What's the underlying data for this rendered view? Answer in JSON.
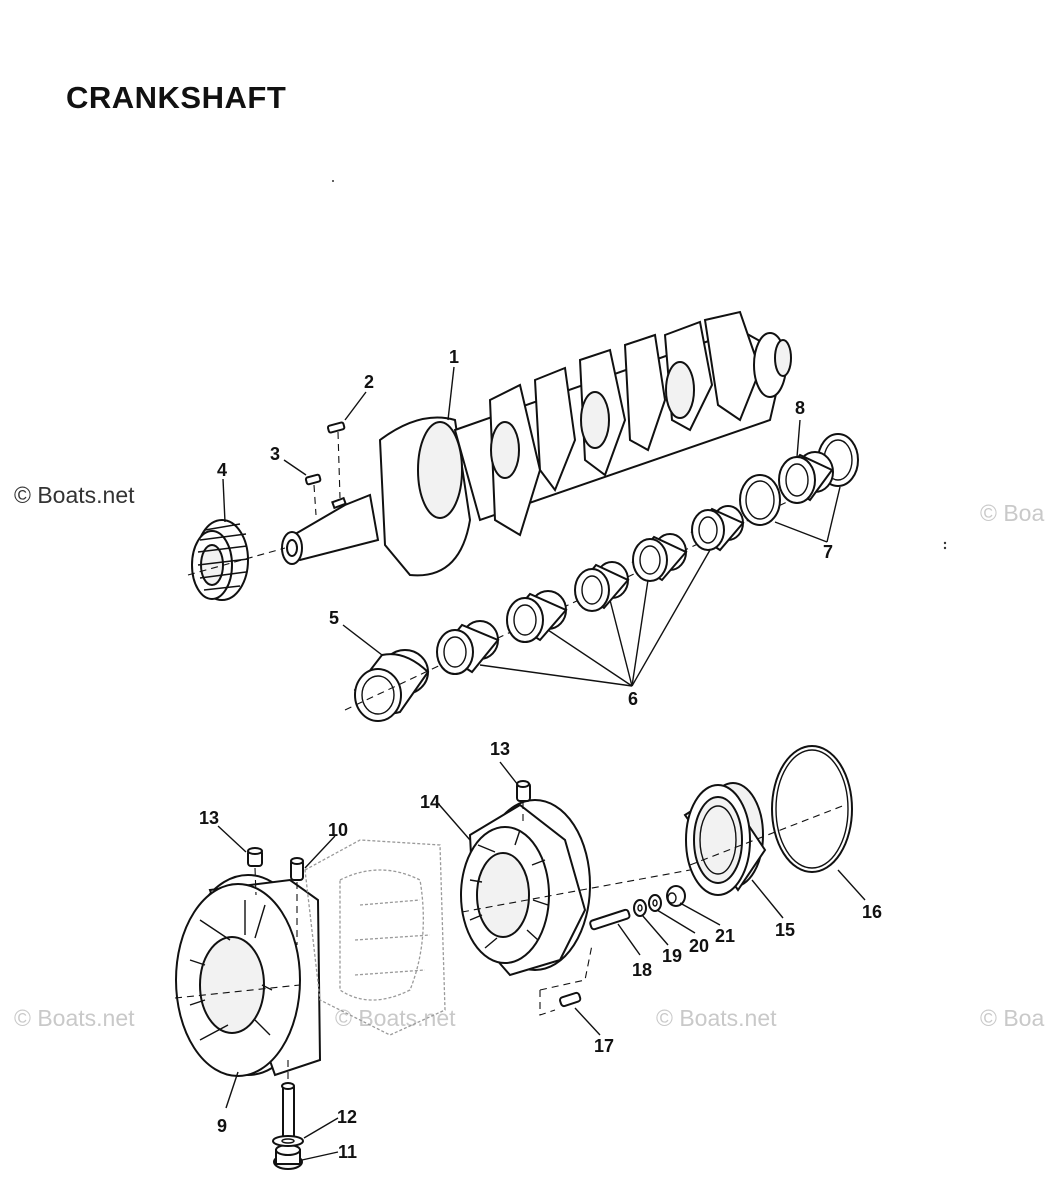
{
  "title": "CRANKSHAFT",
  "watermarks": {
    "left_top": "© Boats.net",
    "right_mid": "© Boa",
    "bottom_left": "© Boats.net",
    "bottom_center": "© Boats.net",
    "bottom_right": "© Boats.net",
    "bottom_far_right": "© Boa"
  },
  "callouts": {
    "c1": "1",
    "c2": "2",
    "c3": "3",
    "c4": "4",
    "c5": "5",
    "c6": "6",
    "c7": "7",
    "c8": "8",
    "c9": "9",
    "c10": "10",
    "c11": "11",
    "c12": "12",
    "c13a": "13",
    "c13b": "13",
    "c14": "14",
    "c15": "15",
    "c16": "16",
    "c17": "17",
    "c18": "18",
    "c19": "19",
    "c20": "20",
    "c21": "21"
  }
}
